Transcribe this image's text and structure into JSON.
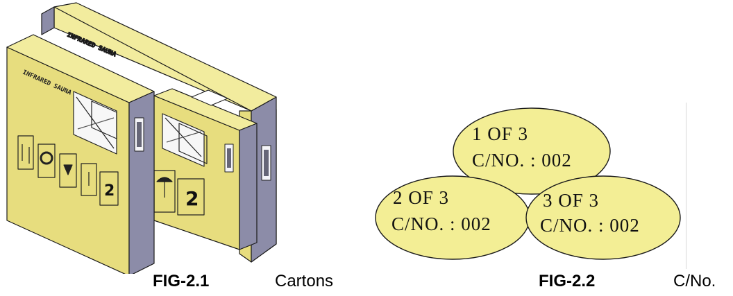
{
  "figures": [
    {
      "fig": "FIG-2.1",
      "caption": "Cartons"
    },
    {
      "fig": "FIG-2.2",
      "caption": "C/No."
    }
  ],
  "carton_label_text": "INFRARED SAUNA",
  "carton_number_mark": "2",
  "labels": [
    {
      "line1": "1 OF 3",
      "line2": "C/NO. : 002"
    },
    {
      "line1": "2 OF 3",
      "line2": "C/NO. : 002"
    },
    {
      "line1": "3 OF 3",
      "line2": "C/NO. : 002"
    }
  ],
  "colors": {
    "carton_face": "#e7dd7e",
    "carton_side": "#8c8ca8",
    "carton_top": "#f2ec9e",
    "label_fill": "#f3ee95",
    "outline": "#1a1a1a"
  }
}
